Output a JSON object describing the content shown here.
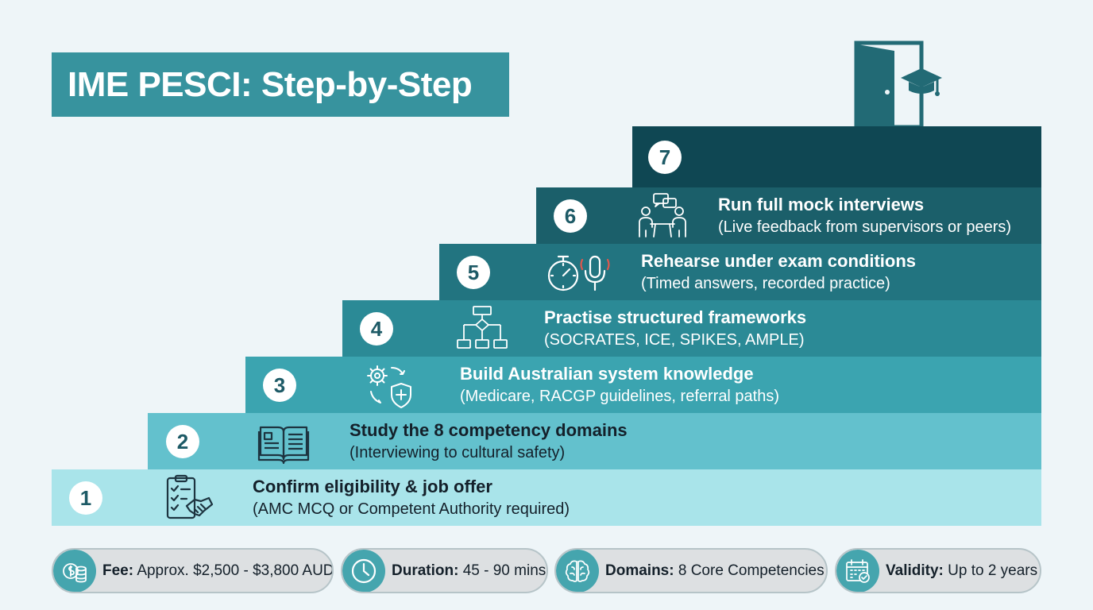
{
  "title": "IME PESCI: Step-by-Step",
  "steps": [
    {
      "number": "1",
      "title": "Confirm eligibility & job offer",
      "subtitle": "(AMC MCQ or Competent Authority required)",
      "icon": "checklist-handshake-icon",
      "color": "#a9e4ea"
    },
    {
      "number": "2",
      "title": "Study the 8 competency domains",
      "subtitle": "(Interviewing to cultural safety)",
      "icon": "open-book-icon",
      "color": "#63c1cd"
    },
    {
      "number": "3",
      "title": "Build Australian system knowledge",
      "subtitle": "(Medicare, RACGP guidelines, referral paths)",
      "icon": "gear-shield-icon",
      "color": "#3ba4b0"
    },
    {
      "number": "4",
      "title": "Practise structured frameworks",
      "subtitle": "(SOCRATES, ICE, SPIKES, AMPLE)",
      "icon": "flowchart-icon",
      "color": "#2b8a96"
    },
    {
      "number": "5",
      "title": "Rehearse under exam conditions",
      "subtitle": "(Timed answers, recorded practice)",
      "icon": "stopwatch-microphone-icon",
      "color": "#227480"
    },
    {
      "number": "6",
      "title": "Run full mock interviews",
      "subtitle": "(Live feedback from supervisors or peers)",
      "icon": "interview-icon",
      "color": "#1b5f6a"
    },
    {
      "number": "7",
      "title": "",
      "subtitle": "",
      "icon": "",
      "color": "#0f4753"
    }
  ],
  "facts": [
    {
      "label": "Fee:",
      "value": "Approx. $2,500 - $3,800 AUD",
      "icon": "coins-icon"
    },
    {
      "label": "Duration:",
      "value": "45 - 90 mins",
      "icon": "clock-icon"
    },
    {
      "label": "Domains:",
      "value": "8 Core Competencies",
      "icon": "brain-icon"
    },
    {
      "label": "Validity:",
      "value": "Up to 2 years",
      "icon": "calendar-icon"
    }
  ],
  "colors": {
    "title_bg": "#37939e",
    "background": "#eef5f8",
    "pill_bg": "#dde0e2",
    "pill_icon": "#45a5ae"
  }
}
